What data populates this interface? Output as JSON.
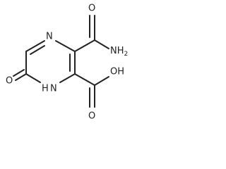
{
  "labels": {
    "ring_n_top": "N",
    "amide_o": "O",
    "amide_nh2": "NH",
    "amide_nh2_sub": "2",
    "carbonyl_o": "O",
    "ring_nh": "H",
    "ring_nh_n": "N",
    "acid_o": "O",
    "acid_oh": "OH"
  }
}
